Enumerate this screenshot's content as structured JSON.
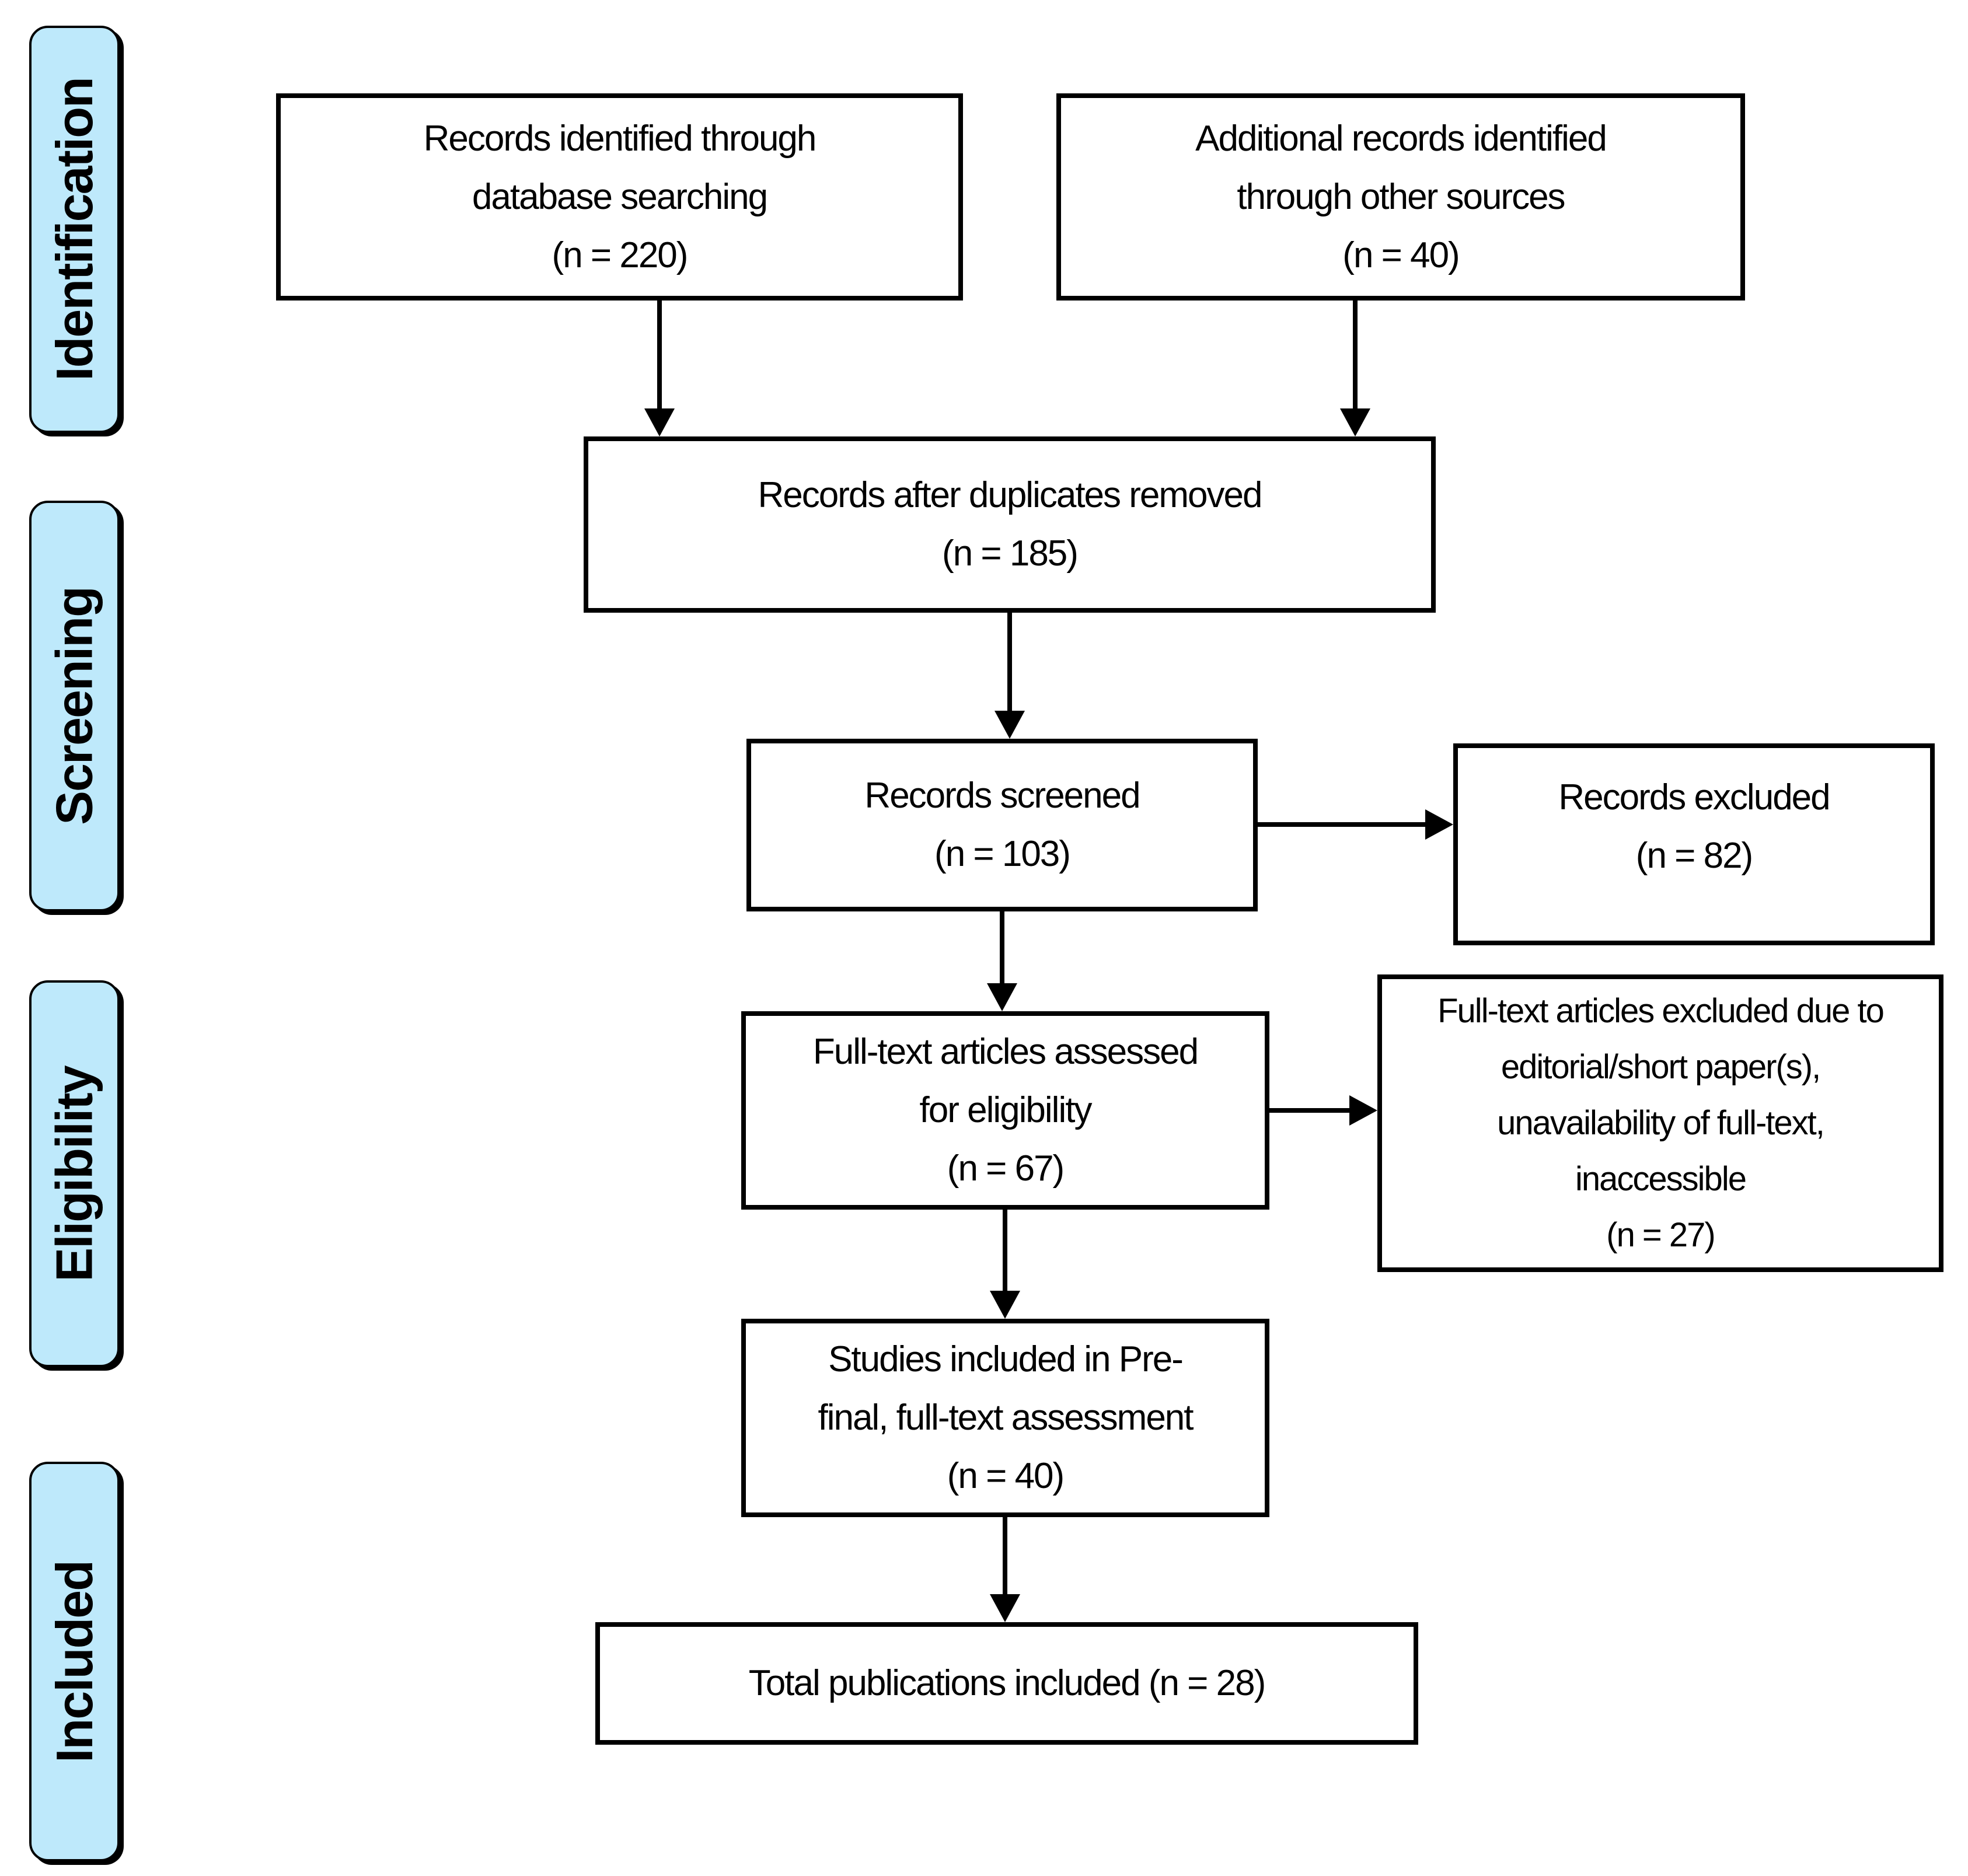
{
  "stages": [
    {
      "label": "Identification"
    },
    {
      "label": "Screening"
    },
    {
      "label": "Eligibility"
    },
    {
      "label": "Included"
    }
  ],
  "nodes": {
    "identified": {
      "lines": [
        "Records identified through",
        "database searching",
        "(n = 220)"
      ],
      "n": 220
    },
    "additional": {
      "lines": [
        "Additional records identified",
        "through other sources",
        "(n = 40)"
      ],
      "n": 40
    },
    "deduplicated": {
      "lines": [
        "Records after duplicates removed",
        "(n = 185)"
      ],
      "n": 185
    },
    "screened": {
      "lines": [
        "Records screened",
        "(n = 103)"
      ],
      "n": 103
    },
    "records_excluded": {
      "lines": [
        "Records excluded",
        "(n = 82)"
      ],
      "n": 82
    },
    "fulltext_assessed": {
      "lines": [
        "Full-text articles assessed",
        "for eligibility",
        "(n = 67)"
      ],
      "n": 67
    },
    "fulltext_excluded": {
      "lines": [
        "Full-text articles excluded due to",
        "editorial/short paper(s),",
        "unavailability of full-text,",
        "inaccessible",
        "(n = 27)"
      ],
      "n": 27
    },
    "prefinal_included": {
      "lines": [
        "Studies included in Pre-",
        "final, full-text assessment",
        "(n = 40)"
      ],
      "n": 40
    },
    "total_included": {
      "lines": [
        "Total publications included (n = 28)"
      ],
      "n": 28
    }
  },
  "colors": {
    "stage_fill": "#bee9fb",
    "box_fill": "#ffffff",
    "line": "#000000",
    "text": "#000000"
  }
}
